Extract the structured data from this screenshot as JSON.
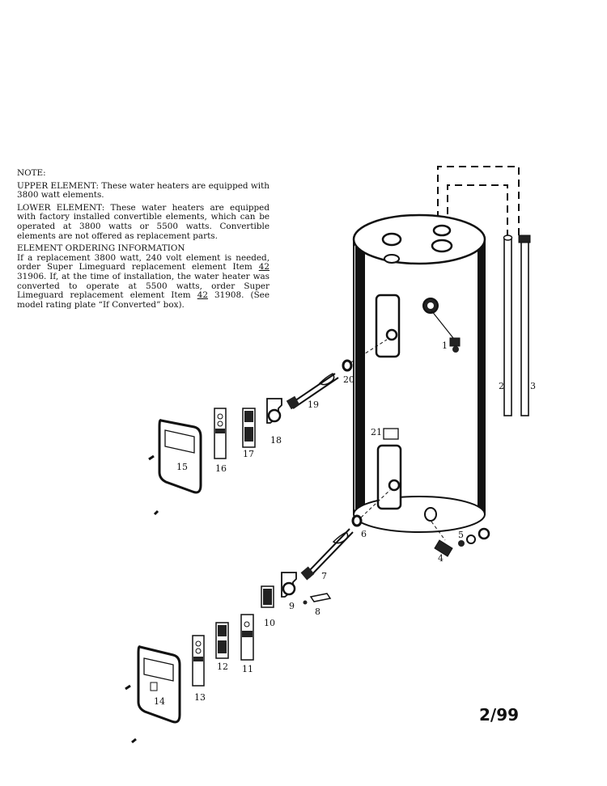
{
  "note": {
    "heading": "NOTE:",
    "upper": {
      "label": "UPPER ELEMENT:",
      "text": "These water heaters are equipped with 3800 watt elements."
    },
    "lower": {
      "label": "LOWER ELEMENT:",
      "text": "These water heaters are equipped with factory installed convertible elements, which can be operated at 3800 watts or 5500 watts. Convertible elements are not offered as replacement parts."
    },
    "ordering": {
      "heading": "ELEMENT ORDERING INFORMATION",
      "p1": "If a replacement 3800 watt, 240 volt element is needed, order Super Limeguard replacement element Item",
      "item_a": "42",
      "p2": "31906. If, at the time of installation, the water heater was converted to operate at 5500 watts, order Super Limeguard replacement element Item",
      "item_b": "42",
      "p3": "31908. (See model rating plate “If Converted” box)."
    }
  },
  "page_number": "2/99",
  "callouts": {
    "c1": "1",
    "c2": "2",
    "c3": "3",
    "c4": "4",
    "c5": "5",
    "c6": "6",
    "c7": "7",
    "c8": "8",
    "c9": "9",
    "c10": "10",
    "c11": "11",
    "c12": "12",
    "c13": "13",
    "c14": "14",
    "c15": "15",
    "c16": "16",
    "c17": "17",
    "c18": "18",
    "c19": "19",
    "c20": "20",
    "c21": "21"
  }
}
